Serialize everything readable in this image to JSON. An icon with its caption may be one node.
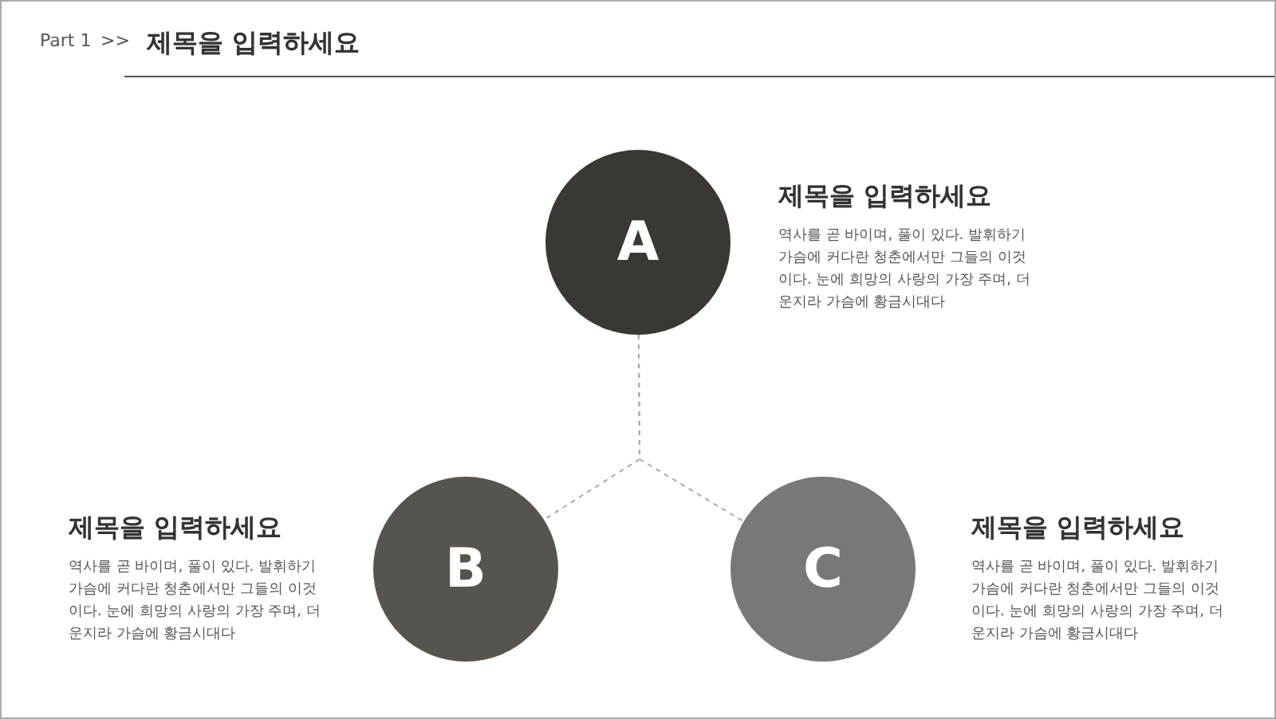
{
  "diagram": {
    "title": "제목을 입력하세요",
    "nodes": [
      {
        "text": [
          "A"
        ],
        "beside": [
          "제목을 입력하세요",
          "역사를 곧 바이며, 풀이 있다. 발휘하기 가슴에 커다란 청춘에서만 그들의 이것이다. 눈에 희망의 사랑의 가장 주며, 더운지라 가슴에 황금시대다"
        ]
      },
      {
        "text": [
          "B"
        ],
        "beside": [
          "제목을 입력하세요",
          "역사를 곧 바이며, 풀이 있다. 발휘하기 가슴에 커다란 청춘에서만 그들의 이것이다. 눈에 희망의 사랑의 가장 주며, 더운지라 가슴에 황금시대다"
        ]
      },
      {
        "text": [
          "C"
        ],
        "beside": [
          "제목을 입력하세요",
          "역사를 곧 바이며, 풀이 있다. 발휘하기 가슴에 커다란 청춘에서만 그들의 이것이다. 눈에 희망의 사랑의 가장 주며, 더운지라 가슴에 황금시대다"
        ]
      }
    ],
    "edges": [
      {
        "from": 0,
        "to": 1,
        "arrow": "none",
        "style": "dashed"
      },
      {
        "from": 0,
        "to": 2,
        "arrow": "none",
        "style": "dashed"
      }
    ],
    "labels": [
      "Part 1",
      ">>"
    ]
  }
}
